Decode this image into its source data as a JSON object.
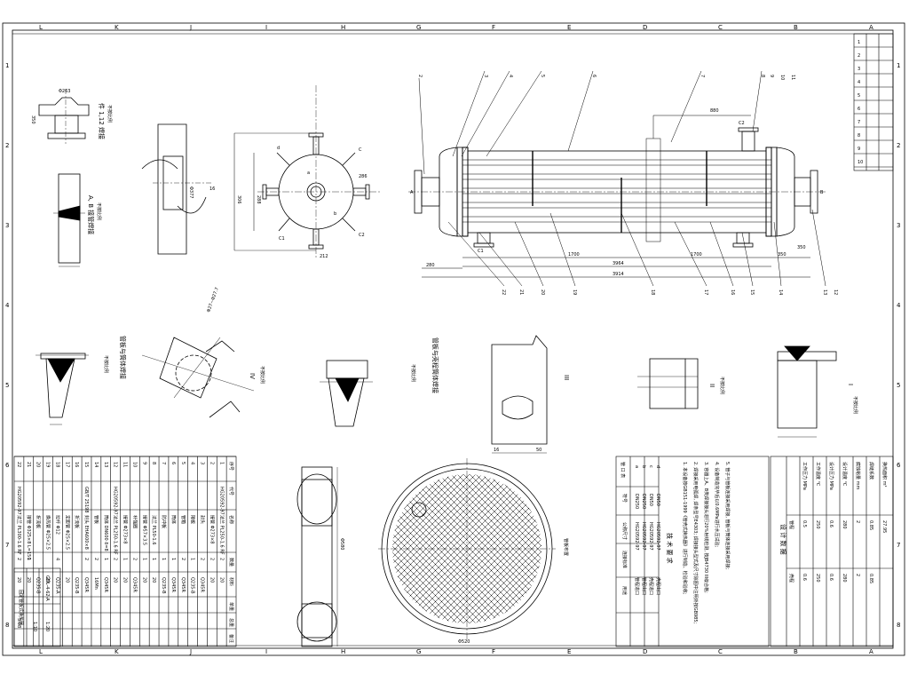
{
  "zones": {
    "top": [
      "L",
      "K",
      "J",
      "I",
      "H",
      "G",
      "F",
      "E",
      "D",
      "C",
      "B",
      "A"
    ],
    "bottom": [
      "L",
      "K",
      "J",
      "I",
      "H",
      "G",
      "F",
      "E",
      "D",
      "C",
      "B",
      "A"
    ],
    "left": [
      "1",
      "2",
      "3",
      "4",
      "5",
      "6",
      "7",
      "8"
    ],
    "right": [
      "1",
      "2",
      "3",
      "4",
      "5",
      "6",
      "7",
      "8"
    ]
  },
  "main_view": {
    "callouts_top": [
      "2",
      "3",
      "4",
      "5",
      "6",
      "7",
      "8",
      "9",
      "10",
      "11"
    ],
    "callouts_bottom": [
      "22",
      "21",
      "20",
      "19",
      "18",
      "17",
      "16",
      "15",
      "14",
      "13",
      "12"
    ],
    "dims": {
      "d1": "880",
      "d2": "1700",
      "d3": "1700",
      "d4": "3964",
      "d5": "3914",
      "d6": "280",
      "d7": "350",
      "d8": "350"
    },
    "nozzles": [
      "C1",
      "C2",
      "A",
      "B"
    ]
  },
  "side_view": {
    "nozzles": [
      "d",
      "a",
      "b",
      "C",
      "C1",
      "C2"
    ],
    "dims": [
      "306",
      "288",
      "212",
      "286"
    ]
  },
  "details": {
    "d1": {
      "caption": "件 1,12 焊接",
      "dims": [
        "Φ263",
        "350"
      ],
      "scale": "不按比例"
    },
    "d2": {
      "caption": "A, B 接管焊接",
      "scale": "不按比例"
    },
    "d3": {
      "dims": [
        "Φ377",
        "16"
      ]
    },
    "d4": {
      "caption": "管板与筒体焊接",
      "scale": "不按比例"
    },
    "d5": {
      "caption": "IV",
      "scale": "不按比例",
      "dims": [
        "Φ27~Φ27.7"
      ]
    },
    "d6": {
      "caption": "管板与壳程筒体焊接",
      "scale": "不按比例"
    },
    "d7": {
      "caption": "III",
      "dims": [
        "16",
        "50"
      ]
    },
    "d8": {
      "caption": "II",
      "scale": "不按比例"
    },
    "d9": {
      "caption": "I",
      "scale": "不按比例"
    }
  },
  "tubesheet": {
    "dims": [
      "Φ520",
      "Φ580"
    ],
    "label": "管板布置"
  },
  "bom": {
    "headers": [
      "序号",
      "代号",
      "名称",
      "数量",
      "材料",
      "单重",
      "总重",
      "备注"
    ],
    "rows": [
      [
        "22",
        "HG20592-97",
        "法兰 PL300-1.6 RF",
        "2",
        "20",
        "",
        "5.08",
        ""
      ],
      [
        "21",
        "",
        "接管 Φ325×8 L=150",
        "1",
        "20",
        "",
        "",
        ""
      ],
      [
        "20",
        "",
        "折流板",
        "",
        "Q235-B",
        "",
        "",
        ""
      ],
      [
        "19",
        "",
        "换热管 Φ25×2.5",
        "",
        "20",
        "",
        "",
        ""
      ],
      [
        "18",
        "",
        "拉杆 Φ12",
        "4",
        "Q235-A",
        "",
        "",
        ""
      ],
      [
        "17",
        "",
        "定距管 Φ25×2.5",
        "",
        "20",
        "",
        "",
        ""
      ],
      [
        "16",
        "",
        "折流板",
        "",
        "Q235-B",
        "",
        "",
        ""
      ],
      [
        "15",
        "GB/T 25198",
        "封头 EHA600×8",
        "2",
        "Q345R",
        "",
        "",
        ""
      ],
      [
        "14",
        "",
        "管板",
        "2",
        "16Mn",
        "",
        "",
        ""
      ],
      [
        "13",
        "",
        "筒体 DN600 δ=8",
        "1",
        "Q345R",
        "",
        "",
        ""
      ],
      [
        "12",
        "HG20592-97",
        "法兰 PL250-1.6 RF",
        "2",
        "20",
        "",
        "",
        ""
      ],
      [
        "11",
        "",
        "接管 Φ273×8",
        "1",
        "20",
        "",
        "",
        ""
      ],
      [
        "10",
        "",
        "补强圈",
        "2",
        "Q345R",
        "",
        "",
        ""
      ],
      [
        "9",
        "",
        "接管 Φ57×3.5",
        "1",
        "20",
        "",
        "",
        ""
      ],
      [
        "8",
        "",
        "法兰 PL50-1.6",
        "1",
        "20",
        "",
        "",
        ""
      ],
      [
        "7",
        "",
        "防冲板",
        "1",
        "Q235-B",
        "",
        "",
        ""
      ],
      [
        "6",
        "",
        "筒体",
        "1",
        "Q345R",
        "",
        "",
        ""
      ],
      [
        "5",
        "",
        "管箱",
        "2",
        "Q345R",
        "",
        "",
        ""
      ],
      [
        "4",
        "",
        "隔板",
        "1",
        "Q235-B",
        "",
        "",
        ""
      ],
      [
        "3",
        "",
        "封头",
        "2",
        "Q345R",
        "",
        "",
        ""
      ],
      [
        "2",
        "",
        "接管 Φ273×8",
        "2",
        "20",
        "",
        "",
        ""
      ],
      [
        "1",
        "HG20592-97",
        "法兰 PL250-1.6 RF",
        "2",
        "20",
        "",
        "",
        ""
      ]
    ]
  },
  "title_block": {
    "drawing_no": "固定管板式换热器",
    "scale": "1:10",
    "sheet": "1:20",
    "code": "GDL-4-62-A"
  },
  "notes": {
    "title": "技 术 要 求",
    "lines": [
      "1. 本设备按GB151-1999《管壳式换热器》进行制造、检验和验收;",
      "2. 焊接采用电弧焊, 焊条型号E4303; 焊接接头型式及尺寸除图中注明外按GB985;",
      "3. 容器上A、B类焊接接头进行20%射线检测, 按JB4730 III级合格;",
      "4. 设备制造完毕后以0.6MPa进行水压试验;",
      "5. 管子与管板连接采用焊接, 管板与筒体连接采用焊接;"
    ]
  },
  "design_data": {
    "title": "设 计 数 据",
    "rows": [
      [
        "",
        "管程",
        "壳程"
      ],
      [
        "工作压力 MPa",
        "0.5",
        "0.6"
      ],
      [
        "工作温度 ℃",
        "250",
        "250"
      ],
      [
        "设计压力 MPa",
        "0.6",
        "0.6"
      ],
      [
        "设计温度 ℃",
        "280",
        "280"
      ],
      [
        "腐蚀裕量 mm",
        "2",
        "2"
      ],
      [
        "焊缝系数",
        "0.85",
        "0.85"
      ],
      [
        "换热面积 m²",
        "27.95",
        ""
      ]
    ]
  },
  "nozzle_table": {
    "title": "管 口 表",
    "headers": [
      "符号",
      "公称尺寸",
      "连接标准",
      "用途"
    ],
    "rows": [
      [
        "a",
        "DN250",
        "HG20592-97",
        "管程进口"
      ],
      [
        "b",
        "DN250",
        "HG20592-97",
        "管程出口"
      ],
      [
        "c",
        "DN50",
        "HG20592-97",
        "壳程进口"
      ],
      [
        "d",
        "DN50",
        "HG20592-97",
        "壳程出口"
      ]
    ]
  },
  "rev_block": {
    "rows": [
      "1",
      "2",
      "3",
      "4",
      "5",
      "6",
      "7",
      "8",
      "9",
      "10"
    ]
  }
}
